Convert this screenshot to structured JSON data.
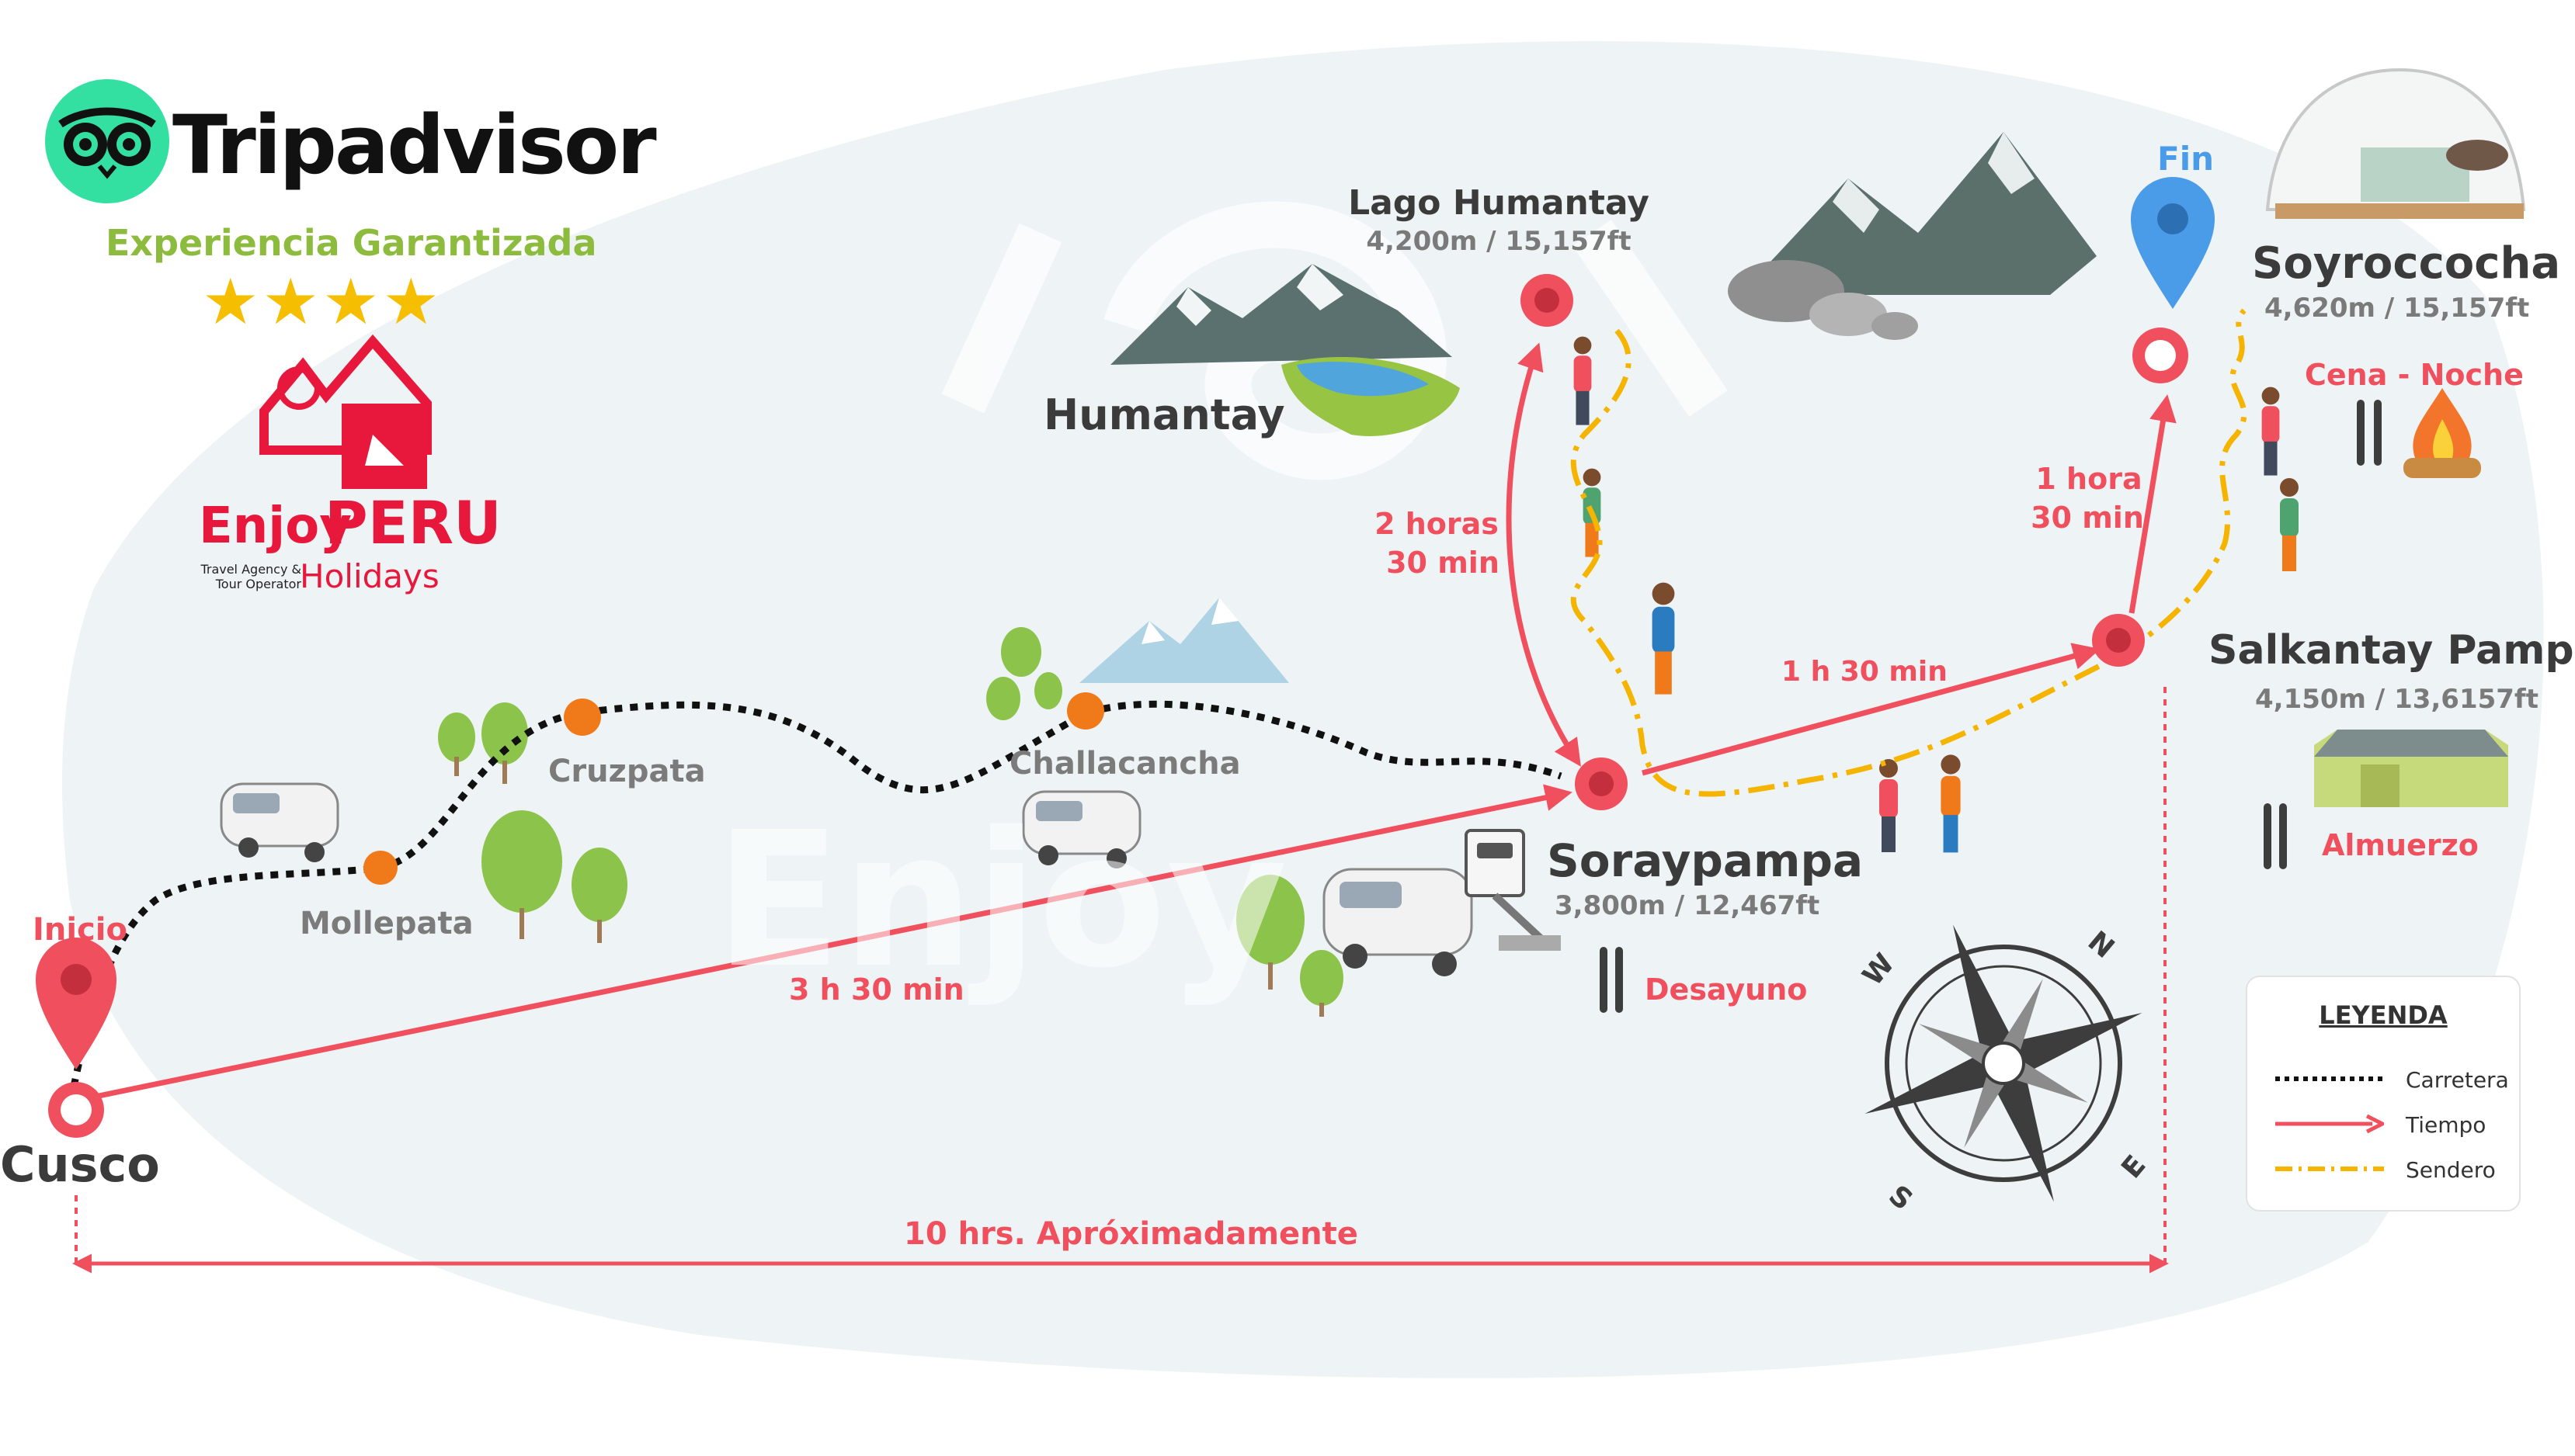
{
  "brand": {
    "name": "Tripadvisor",
    "tagline": "Experiencia Garantizada",
    "stars": "★★★★",
    "agency": {
      "name_a": "Enjoy",
      "name_b": "PERU",
      "name_c": "Holidays",
      "desc": "Travel Agency & Tour Operator"
    }
  },
  "places": {
    "inicio": "Inicio",
    "cusco": "Cusco",
    "mollepata": "Mollepata",
    "cruzpata": "Cruzpata",
    "challacancha": "Challacancha",
    "humantay": "Humantay",
    "lago_humantay": {
      "name": "Lago Humantay",
      "elev": "4,200m / 15,157ft"
    },
    "soraypampa": {
      "name": "Soraypampa",
      "elev": "3,800m / 12,467ft"
    },
    "salkantay_pampa": {
      "name": "Salkantay Pampa",
      "elev": "4,150m / 13,6157ft"
    },
    "soyroccocha": {
      "name": "Soyroccocha",
      "elev": "4,620m / 15,157ft"
    },
    "fin": "Fin"
  },
  "times": {
    "cusco_soraypampa": "3 h 30 min",
    "humantay_a": "2 horas",
    "humantay_b": "30 min",
    "sora_salk": "1 h 30 min",
    "salk_soy_a": "1 hora",
    "salk_soy_b": "30 min",
    "total": "10 hrs. Apróximadamente"
  },
  "meals": {
    "desayuno": "Desayuno",
    "almuerzo": "Almuerzo",
    "cena": "Cena - Noche"
  },
  "compass": {
    "n": "N",
    "s": "S",
    "e": "E",
    "w": "W"
  },
  "legend": {
    "title": "LEYENDA",
    "road": "Carretera",
    "time": "Tiempo",
    "trail": "Sendero"
  },
  "colors": {
    "red": "#f0505e",
    "orange": "#f07a1a",
    "trail": "#f4b400",
    "road": "#111111",
    "pin_blue": "#4a9be8",
    "green_text": "#8dbb3d",
    "tripadvisor_green": "#34e0a1"
  }
}
